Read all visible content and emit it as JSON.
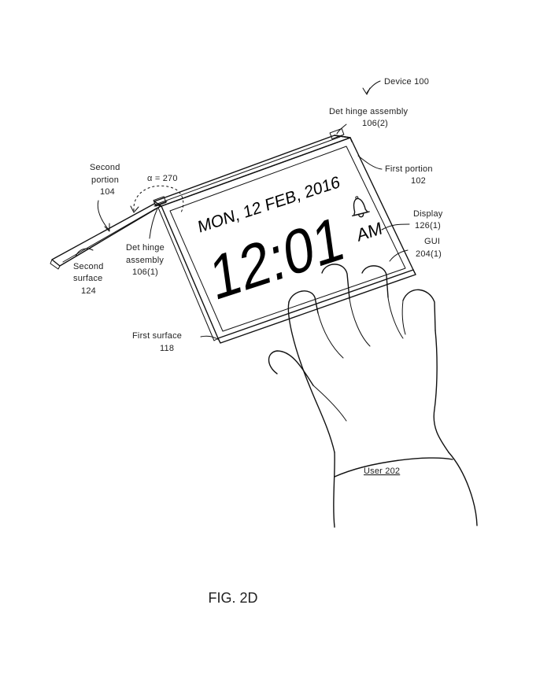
{
  "labels": {
    "device": "Device 100",
    "det_hinge_top_1": "Det hinge assembly",
    "det_hinge_top_2": "106(2)",
    "first_portion_1": "First portion",
    "first_portion_2": "102",
    "second_portion_1": "Second",
    "second_portion_2": "portion",
    "second_portion_3": "104",
    "angle": "α = 270",
    "det_hinge_left_1": "Det hinge",
    "det_hinge_left_2": "assembly",
    "det_hinge_left_3": "106(1)",
    "second_surface_1": "Second",
    "second_surface_2": "surface",
    "second_surface_3": "124",
    "display_1": "Display",
    "display_2": "126(1)",
    "gui_1": "GUI",
    "gui_2": "204(1)",
    "first_surface_1": "First surface",
    "first_surface_2": "118",
    "user": "User 202"
  },
  "screen": {
    "date": "MON, 12 FEB, 2016",
    "time": "12:01",
    "ampm": "AM",
    "bell_icon": "bell-icon"
  },
  "caption": "FIG. 2D"
}
